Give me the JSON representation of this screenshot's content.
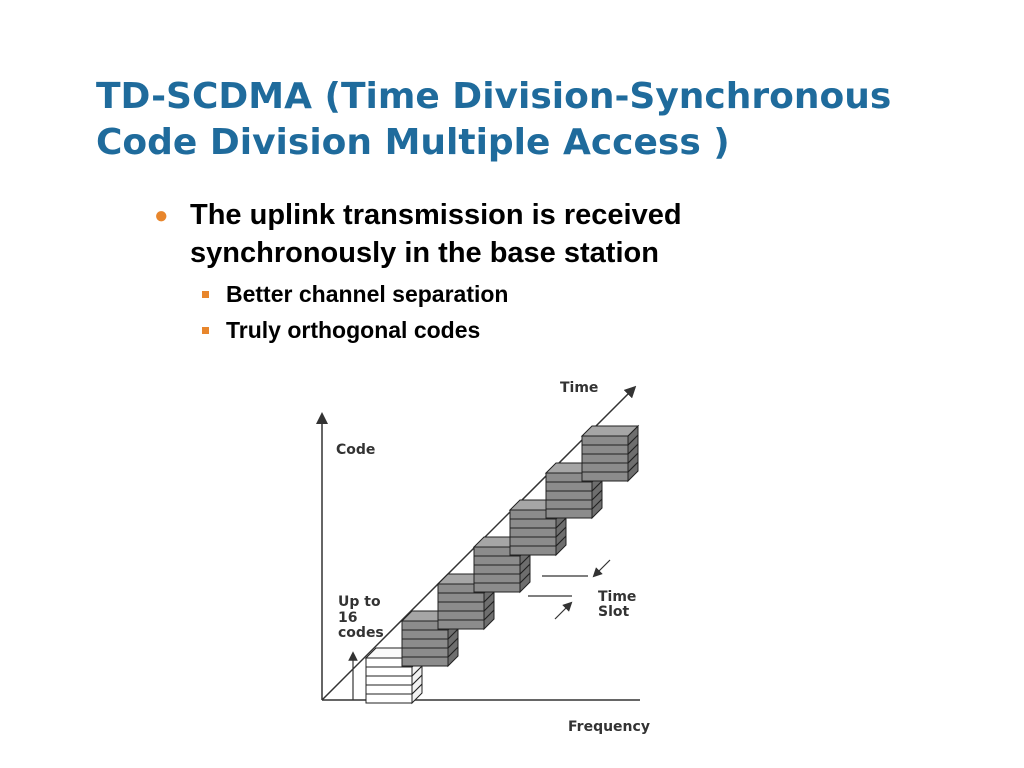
{
  "slide": {
    "title_line1": "TD-SCDMA (Time Division-Synchronous",
    "title_line2": "Code Division Multiple Access )",
    "bullet": {
      "line1": "The uplink transmission is received",
      "line2": "synchronously in the base station"
    },
    "sub_bullets": [
      "Better channel separation",
      "Truly orthogonal codes"
    ]
  },
  "diagram": {
    "time_label": "Time",
    "code_label": "Code",
    "frequency_label": "Frequency",
    "codes_label_line1": "Up to",
    "codes_label_line2": "16",
    "codes_label_line3": "codes",
    "slot_label_line1": "Time",
    "slot_label_line2": "Slot"
  },
  "colors": {
    "title": "#1f6b9c",
    "bullet_marker": "#e8862c",
    "stack_fill": "#8c8c8c",
    "first_stack_fill": "#ffffff"
  }
}
